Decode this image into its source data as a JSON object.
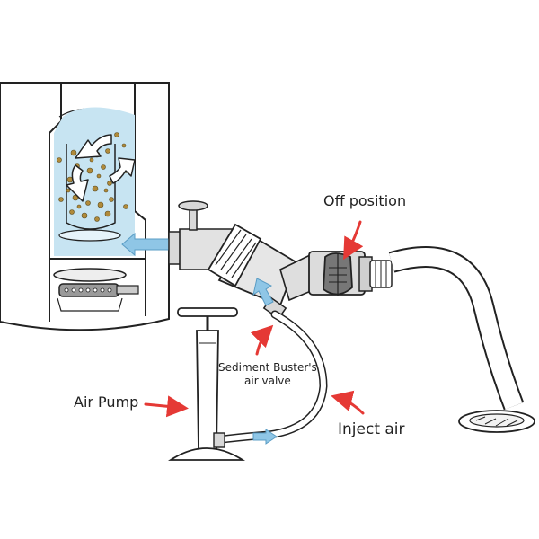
{
  "labels": {
    "off_position": "Off position",
    "air_valve_line1": "Sediment Buster's",
    "air_valve_line2": "air valve",
    "air_pump": "Air Pump",
    "inject_air": "Inject air"
  },
  "colors": {
    "outline": "#222222",
    "arrow_red": "#e53935",
    "water_blue": "#c7e4f2",
    "flow_arrow_blue": "#8fc6e6",
    "sediment": "#b08a3a",
    "metal_grey": "#d8d8d8",
    "dark_grey": "#555555"
  },
  "icons": {
    "flow_arrows": "white-curved-arrow-icon",
    "callouts": "red-arrow-icon",
    "air_flow": "blue-arrow-icon"
  }
}
